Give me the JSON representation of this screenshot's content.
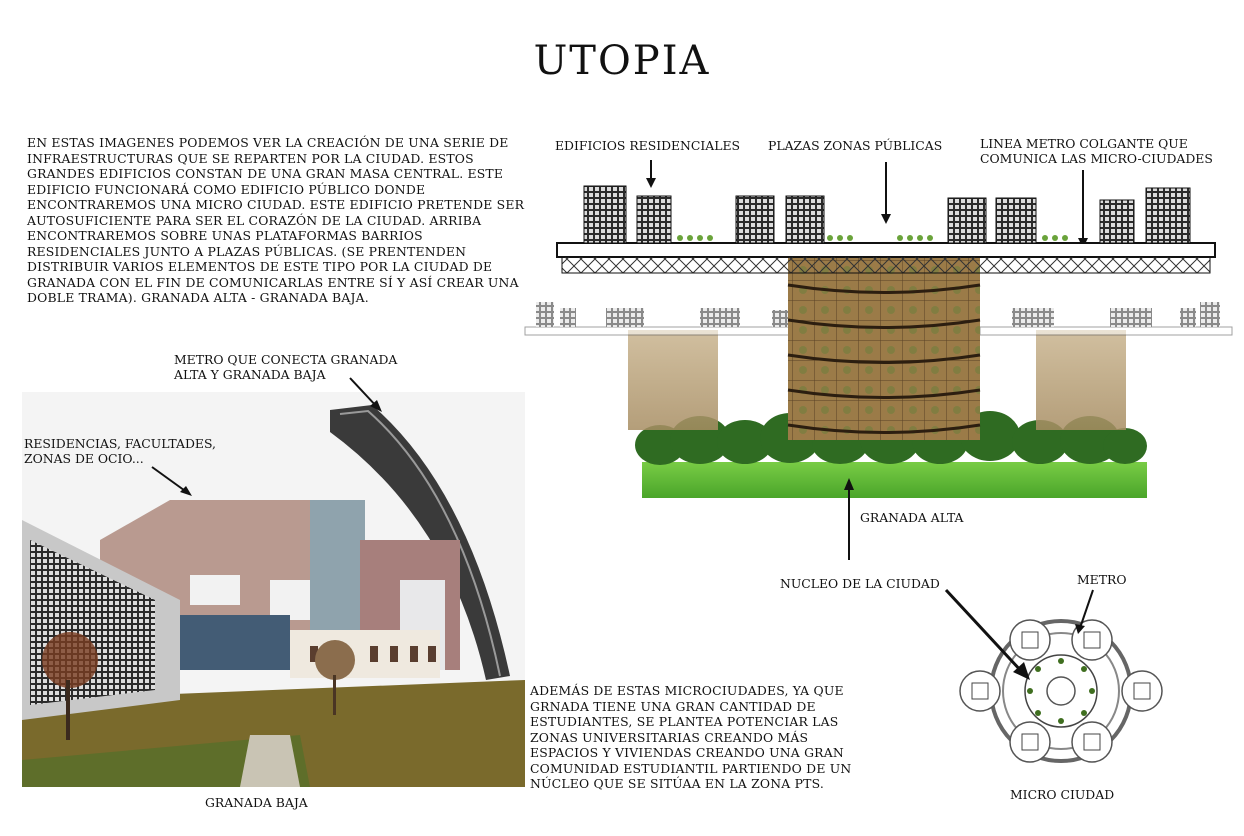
{
  "title": "UTOPIA",
  "intro_text": "EN ESTAS IMAGENES PODEMOS VER LA CREACIÓN  DE UNA SERIE DE INFRAESTRUCTURAS  QUE SE REPARTEN POR LA CIUDAD. ESTOS GRANDES EDIFICIOS CONSTAN DE UNA GRAN MASA CENTRAL. ESTE EDIFICIO FUNCIONARÁ COMO EDIFICIO PÚBLICO DONDE ENCONTRAREMOS UNA MICRO CIUDAD. ESTE EDIFICIO PRETENDE SER AUTOSUFICIENTE PARA SER EL CORAZÓN DE LA CIUDAD. ARRIBA ENCONTRAREMOS SOBRE UNAS PLATAFORMAS BARRIOS RESIDENCIALES  JUNTO A PLAZAS PÚBLICAS. (SE PRENTENDEN DISTRIBUIR VARIOS ELEMENTOS  DE ESTE TIPO POR LA CIUDAD DE GRANADA CON EL FIN DE COMUNICARLAS ENTRE SÍ Y ASÍ CREAR UNA DOBLE TRAMA).  GRANADA ALTA - GRANADA BAJA.",
  "labels": {
    "residential": "EDIFICIOS RESIDENCIALES",
    "plazas": "PLAZAS ZONAS PÚBLICAS",
    "metro_line_1": "LINEA METRO COLGANTE QUE",
    "metro_line_2": "COMUNICA LAS MICRO-CIUDADES",
    "metro_connect_1": "METRO QUE CONECTA GRANADA",
    "metro_connect_2": "ALTA Y GRANADA BAJA",
    "residences_1": "RESIDENCIAS, FACULTADES,",
    "residences_2": "ZONAS DE OCIO...",
    "granada_alta": "GRANADA ALTA",
    "nucleo": "NUCLEO DE LA CIUDAD",
    "metro": "METRO",
    "micro_ciudad": "MICRO CIUDAD",
    "granada_baja": "GRANADA BAJA"
  },
  "body_text": "ADEMÁS DE ESTAS MICROCIUDADES, YA QUE GRNADA TIENE UNA GRAN CANTIDAD DE ESTUDIANTES, SE PLANTEA POTENCIAR LAS ZONAS UNIVERSITARIAS CREANDO MÁS ESPACIOS Y VIVIENDAS CREANDO UNA GRAN COMUNIDAD ESTUDIANTIL PARTIENDO DE UN NÚCLEO QUE SE SITÚAA EN LA  ZONA PTS.",
  "colors": {
    "grass": "#5fb83a",
    "trees": "#2f6b22",
    "tower": "#8a6a3c",
    "building": "#2b2b2b",
    "campus_sky": "#f4f4f4",
    "campus_lawn": "#7a6a2c"
  }
}
